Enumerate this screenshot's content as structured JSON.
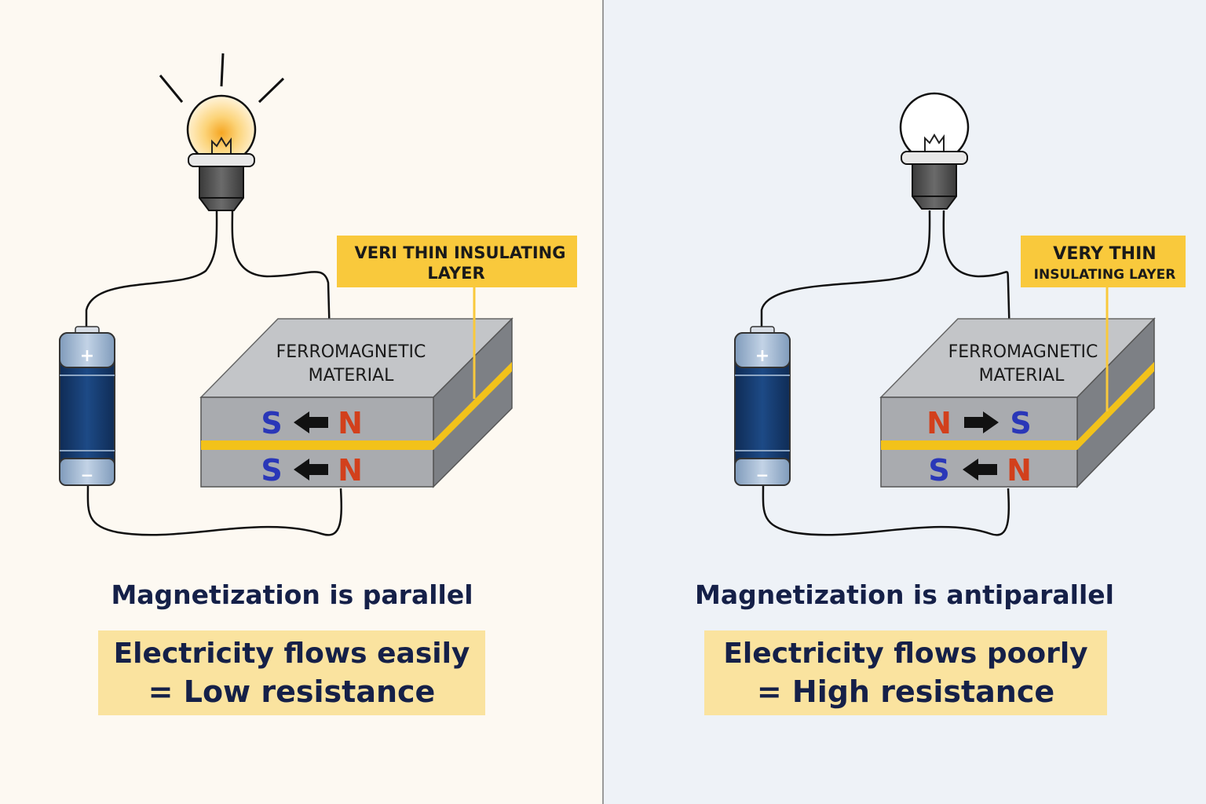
{
  "colors": {
    "left_bg": "#fdf9f2",
    "right_bg": "#eef2f7",
    "divider": "#9a9a9a",
    "label_box": "#f9c93c",
    "caption_box": "#fae39f",
    "text_navy": "#152048",
    "south_pole": "#2a37b8",
    "north_pole": "#d2401c",
    "insulating_layer": "#f2c21a",
    "battery_body": "#143a6e"
  },
  "panels": [
    {
      "bulb_state": "lit",
      "battery": {
        "plus": "+",
        "minus": "−"
      },
      "insulating_label": {
        "line1": "VERI THIN INSULATING",
        "line2": "LAYER"
      },
      "material_label": {
        "line1": "FERROMAGNETIC",
        "line2": "MATERIAL"
      },
      "top_layer": {
        "left": "S",
        "arrow": "left",
        "right": "N"
      },
      "bottom_layer": {
        "left": "S",
        "arrow": "left",
        "right": "N"
      },
      "magnetization": "Magnetization is parallel",
      "result_line1": "Electricity flows easily",
      "result_line2": "= Low resistance"
    },
    {
      "bulb_state": "off",
      "battery": {
        "plus": "+",
        "minus": "−"
      },
      "insulating_label": {
        "line1": "VERY THIN",
        "line2": "INSULATING LAYER"
      },
      "material_label": {
        "line1": "FERROMAGNETIC",
        "line2": "MATERIAL"
      },
      "top_layer": {
        "left": "N",
        "arrow": "right",
        "right": "S"
      },
      "bottom_layer": {
        "left": "S",
        "arrow": "left",
        "right": "N"
      },
      "magnetization": "Magnetization is antiparallel",
      "result_line1": "Electricity flows poorly",
      "result_line2": "= High resistance"
    }
  ]
}
